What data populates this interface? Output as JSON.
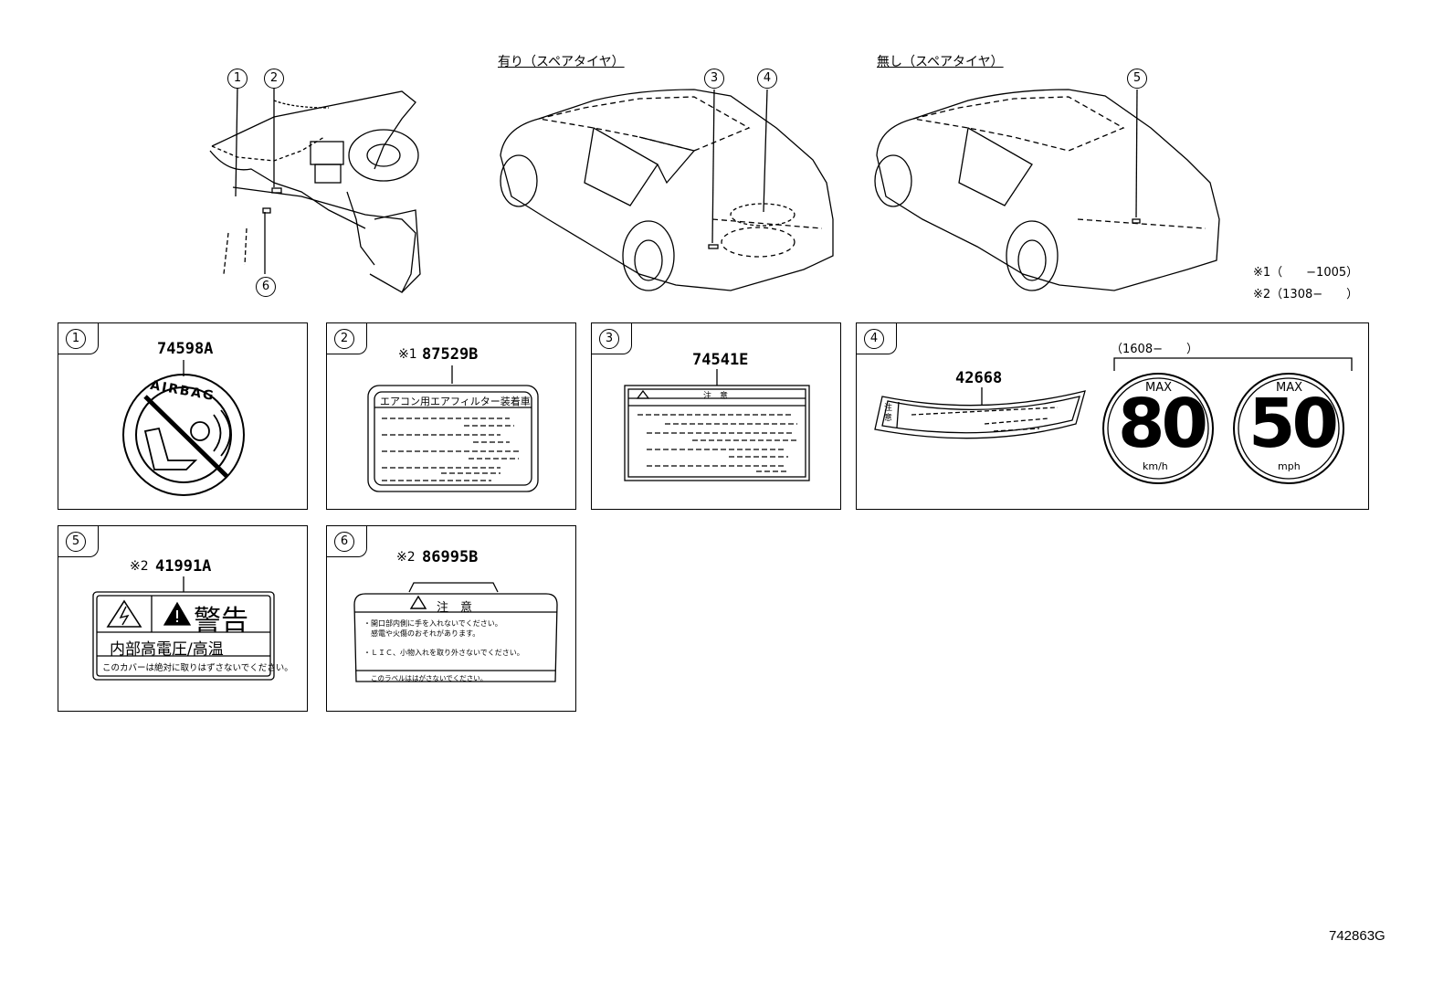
{
  "headers": {
    "with_spare": "有り（スペアタイヤ）",
    "without_spare": "無し（スペアタイヤ）"
  },
  "notes": {
    "n1": "※1（　　−1005）",
    "n2": "※2（1308−　　）"
  },
  "callouts": [
    "1",
    "2",
    "3",
    "4",
    "5",
    "6"
  ],
  "panels": [
    {
      "num": "1",
      "mark": "",
      "part": "74598A",
      "label_text": "AIRBAG"
    },
    {
      "num": "2",
      "mark": "※1",
      "part": "87529B",
      "label_text": "エアコン用エアフィルター装着車"
    },
    {
      "num": "3",
      "mark": "",
      "part": "74541E",
      "label_text": "注　意"
    },
    {
      "num": "4",
      "mark": "",
      "part": "42668",
      "date_range": "（1608−　　）",
      "speed1": "80",
      "unit1": "km/h",
      "speed2": "50",
      "unit2": "mph",
      "max": "MAX",
      "side": "注意"
    },
    {
      "num": "5",
      "mark": "※2",
      "part": "41991A",
      "warn": "警告",
      "line2": "内部高電圧/高温",
      "line3": "このカバーは絶対に取りはずさないでください。"
    },
    {
      "num": "6",
      "mark": "※2",
      "part": "86995B",
      "title": "注　意",
      "bullet1a": "・開口部内側に手を入れないでください。",
      "bullet1b": "　感電や火傷のおそれがあります。",
      "bullet2": "・ＬＩＣ、小物入れを取り外さないでください。",
      "footer": "このラベルははがさないでください。"
    }
  ],
  "figure_id": "742863G"
}
